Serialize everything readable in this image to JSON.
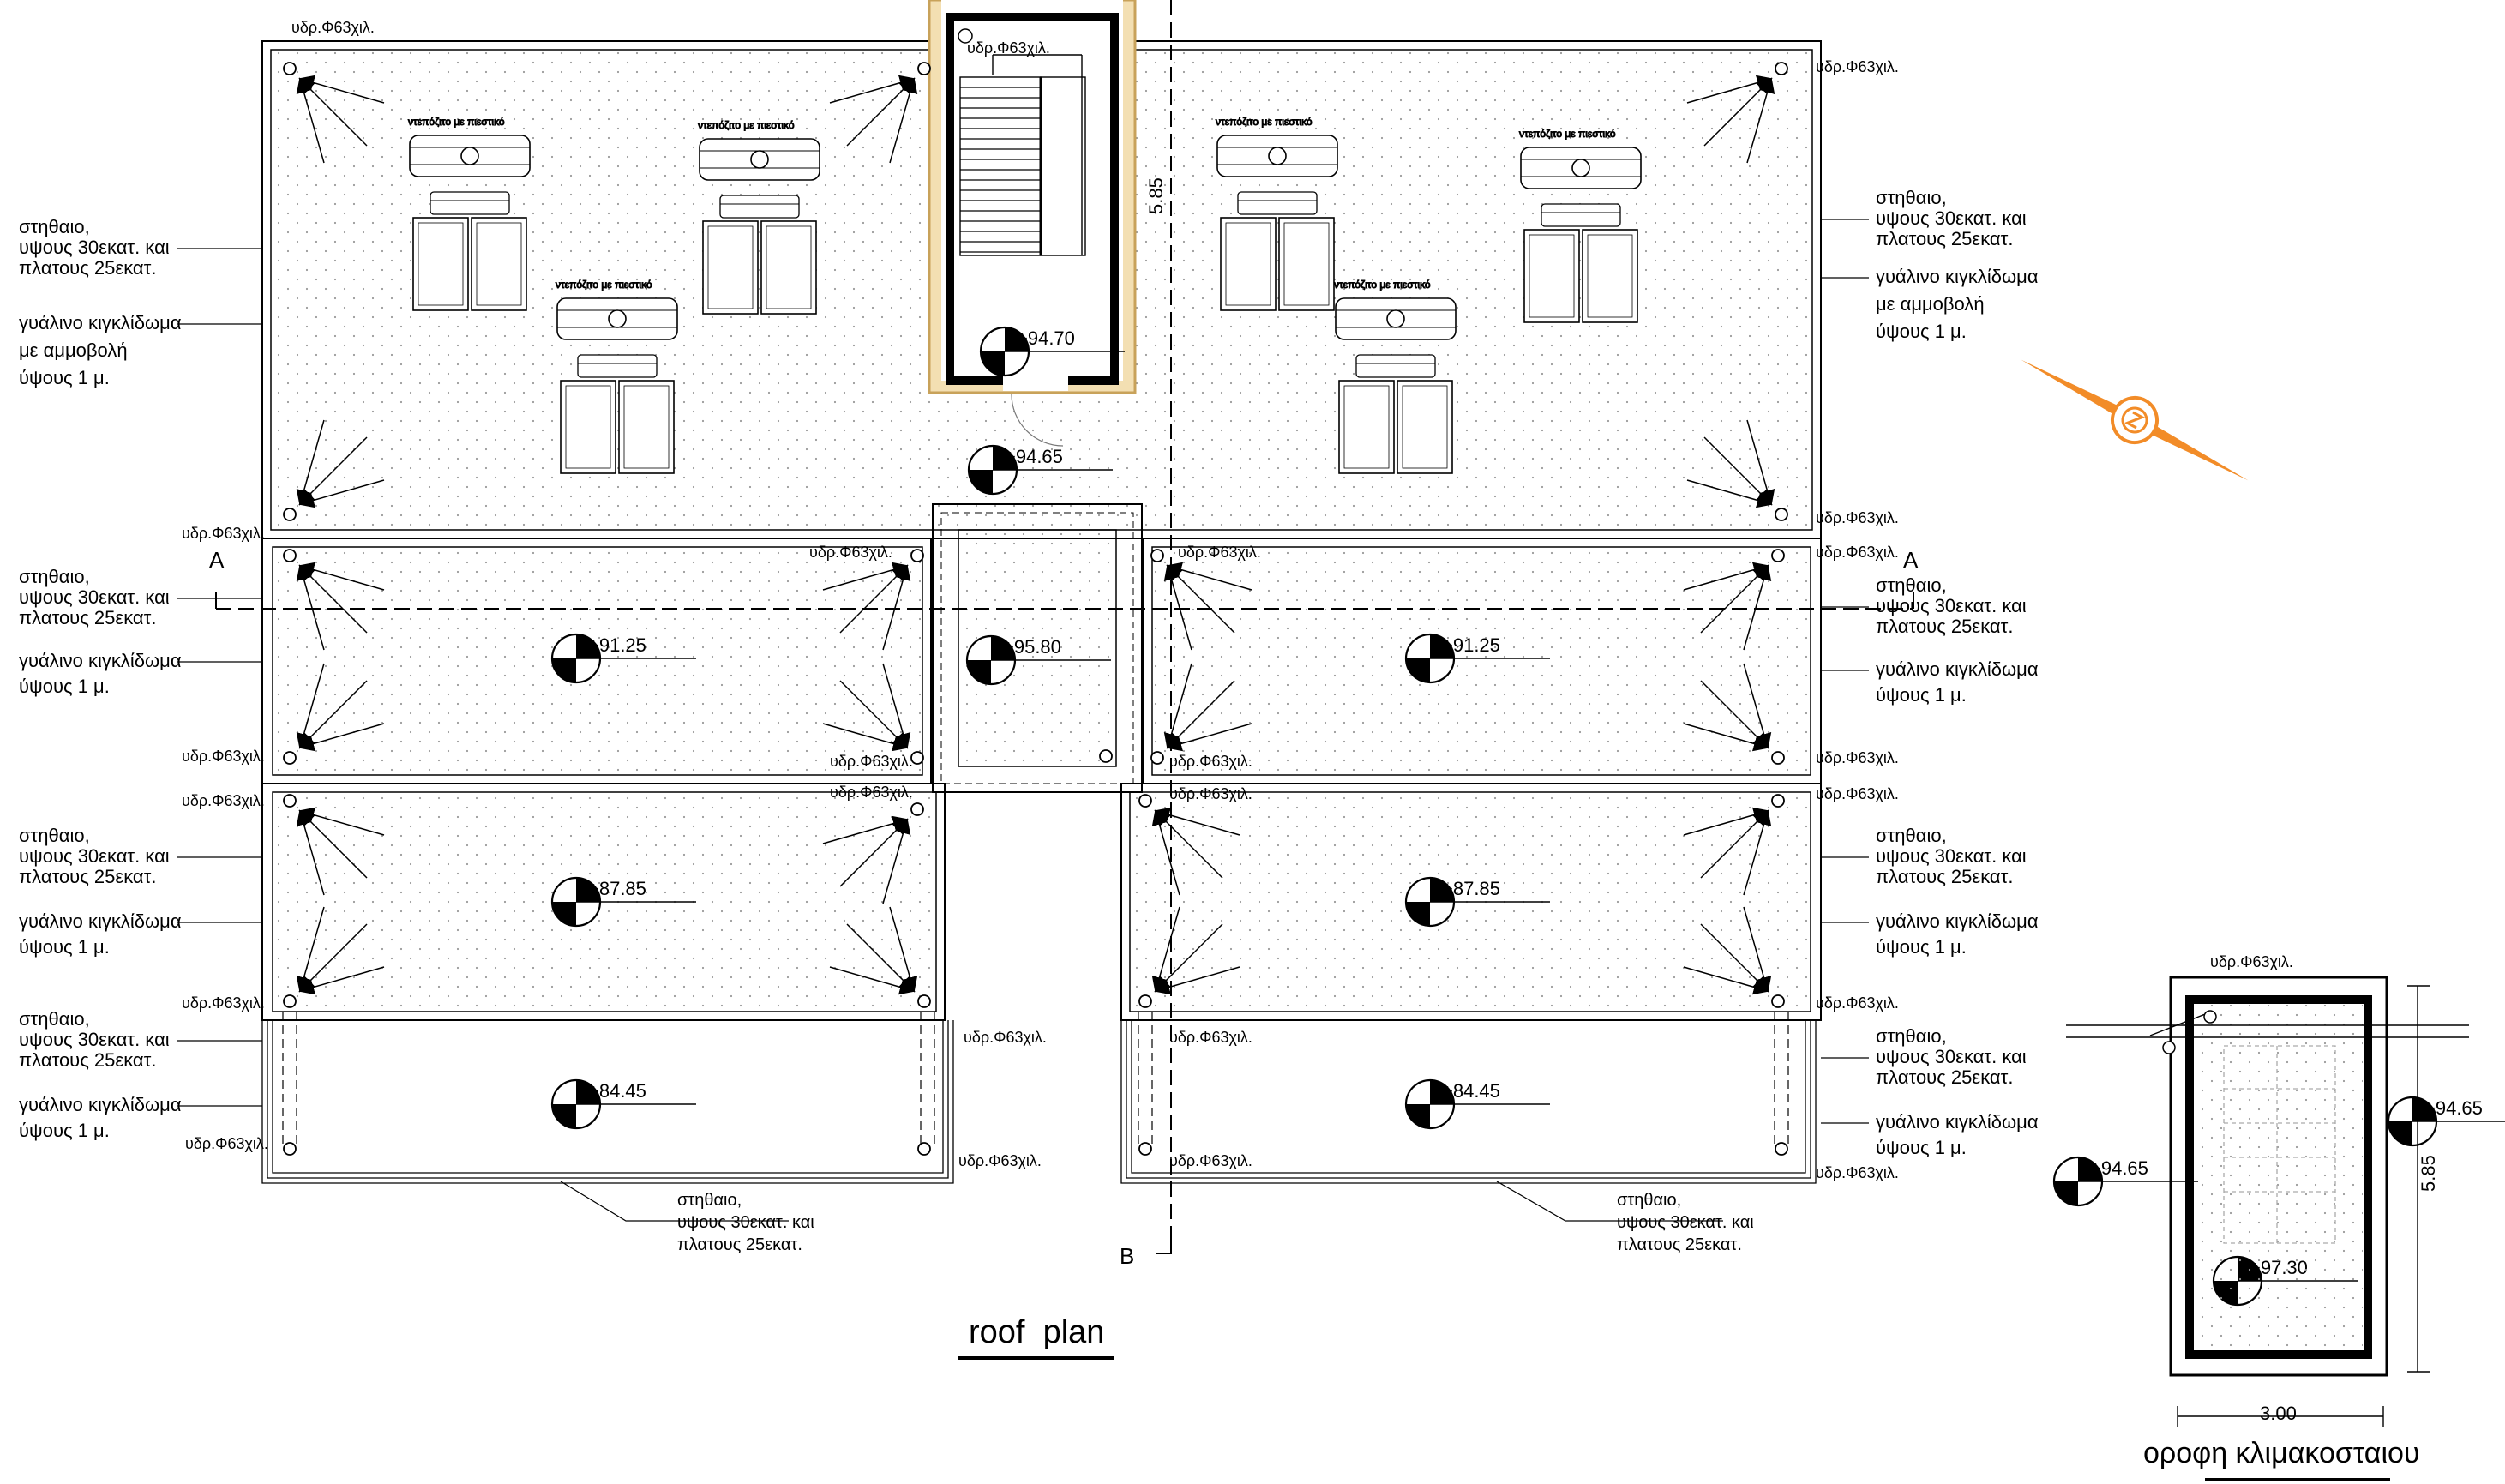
{
  "labels": {
    "drain": "υδρ.Φ63χιλ.",
    "tank": "ντεπόζιτο με πιεστικό",
    "parapet_1": "στηθαιο,",
    "parapet_2": "υψους 30εκατ. και",
    "parapet_2b": "υψους 30εκατ. και",
    "parapet_3": "πλατους 25εκατ.",
    "glass_1": "γυάλινο κιγκλίδωμα",
    "glass_2": "με αμμοβολή",
    "glass_3": "ύψους 1 μ.",
    "section_a": "A",
    "section_b": "B",
    "dim_585": "5.85",
    "dim_300": "3.00"
  },
  "levels": {
    "stair_top": "+94.70",
    "stair_landing": "+94.65",
    "center_roof": "+95.80",
    "upper_left": "+91.25",
    "upper_right": "+91.25",
    "middle_left": "+87.85",
    "middle_right": "+87.85",
    "lower_left": "+84.45",
    "lower_right": "+84.45",
    "stair_roof_left": "+94.65",
    "stair_roof_right": "+94.65",
    "stair_roof_top": "+97.30"
  },
  "titles": {
    "main": "roof  plan",
    "stair": "οροφη κλιμακοσταιου"
  },
  "colors": {
    "line": "#000000",
    "stair_wall": "#f3dfb2",
    "stair_wall_edge": "#c8a25a",
    "north_arrow": "#f28c28"
  }
}
